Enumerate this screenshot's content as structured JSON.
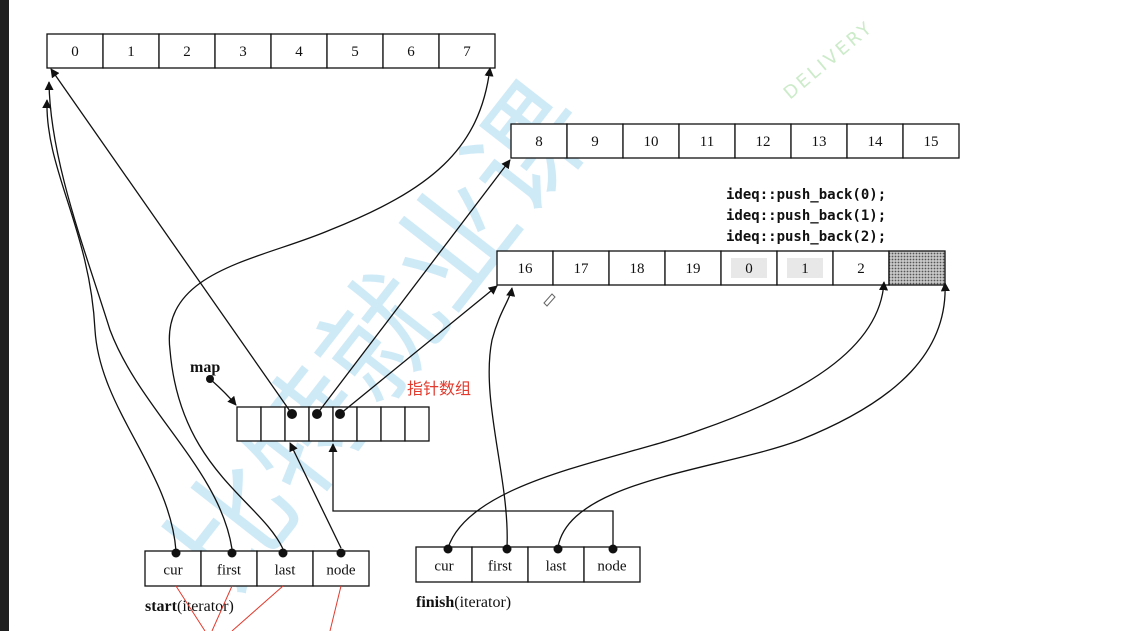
{
  "buffers": {
    "buffer_0": [
      "0",
      "1",
      "2",
      "3",
      "4",
      "5",
      "6",
      "7"
    ],
    "buffer_1": [
      "8",
      "9",
      "10",
      "11",
      "12",
      "13",
      "14",
      "15"
    ],
    "buffer_2": [
      "16",
      "17",
      "18",
      "19",
      "0",
      "1",
      "2",
      ""
    ]
  },
  "code_lines": [
    "ideq::push_back(0);",
    "ideq::push_back(1);",
    "ideq::push_back(2);"
  ],
  "map_label": "map",
  "map_annotation": "指针数组",
  "start_iterator": {
    "fields": [
      "cur",
      "first",
      "last",
      "node"
    ],
    "label_bold": "start",
    "label_rest": "(iterator)"
  },
  "finish_iterator": {
    "fields": [
      "cur",
      "first",
      "last",
      "node"
    ],
    "label_bold": "finish",
    "label_rest": "(iterator)"
  },
  "watermark": {
    "main": "比特就业课",
    "sub": "DELIVERY"
  },
  "colors": {
    "line": "#111111",
    "annotation": "#e23b2e",
    "watermark": "#a9d9f2",
    "filled_cell": "#9a9a9a"
  }
}
